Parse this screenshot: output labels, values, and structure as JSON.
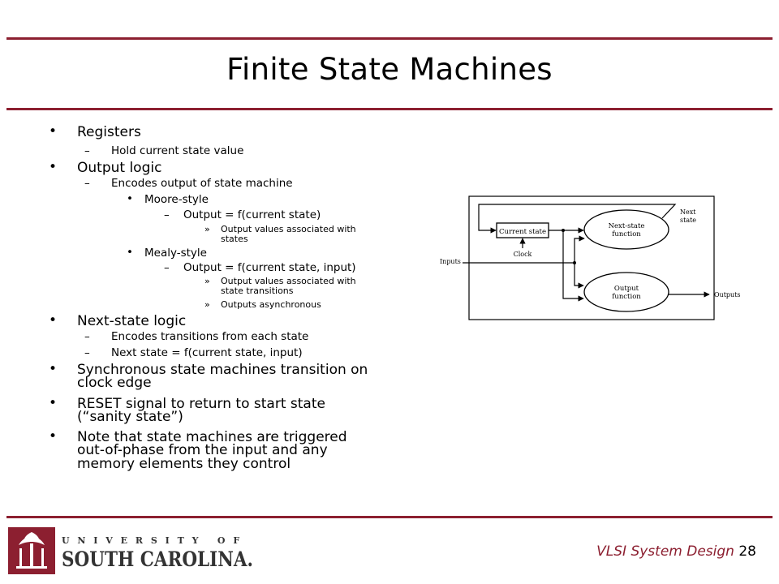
{
  "slide": {
    "title": "Finite State Machines",
    "bullets": {
      "registers": "Registers",
      "registers_sub": "Hold current state value",
      "output_logic": "Output logic",
      "output_logic_sub": "Encodes output of state machine",
      "moore": "Moore-style",
      "moore_eq": "Output = f(current state)",
      "moore_note1": "Output values associated with",
      "moore_note2": "states",
      "mealy": "Mealy-style",
      "mealy_eq": "Output = f(current state, input)",
      "mealy_note1": "Output values associated with",
      "mealy_note2": "state transitions",
      "mealy_note3": "Outputs asynchronous",
      "next_state": "Next-state logic",
      "next_state_sub1": "Encodes transitions from each state",
      "next_state_sub2": "Next state = f(current state, input)",
      "sync_1": "Synchronous state machines transition on",
      "sync_2": "clock edge",
      "reset_1": "RESET signal to return to start state",
      "reset_2": "(“sanity state”)",
      "note_1": "Note that state machines are triggered",
      "note_2": "out-of-phase from the input and any",
      "note_3": "memory elements they control"
    },
    "markers": {
      "bullet": "•",
      "dash": "–",
      "raquo": "»"
    }
  },
  "diagram": {
    "current_state": "Current state",
    "next_state_fn_1": "Next-state",
    "next_state_fn_2": "function",
    "output_fn_1": "Output",
    "output_fn_2": "function",
    "clock": "Clock",
    "inputs": "Inputs",
    "outputs": "Outputs",
    "next_label_1": "Next",
    "next_label_2": "state"
  },
  "footer": {
    "course": "VLSI System Design",
    "page": "28",
    "logo_line1": "U N I V E R S I T Y   O F",
    "logo_line2": "SOUTH CAROLINA."
  },
  "colors": {
    "brand": "#8c1f30"
  }
}
